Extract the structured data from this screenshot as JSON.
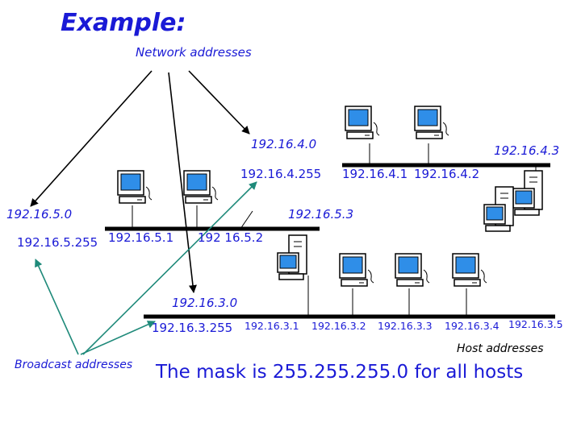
{
  "title": "Example:",
  "labels": {
    "network_addresses": "Network addresses",
    "broadcast_addresses": "Broadcast addresses",
    "host_addresses": "Host addresses",
    "mask_statement": "The mask is 255.255.255.0 for all hosts"
  },
  "networks": {
    "net4": {
      "network": "192.16.4.0",
      "broadcast": "192.16.4.255",
      "hosts": [
        "192.16.4.1",
        "192.16.4.2",
        "192.16.4.3"
      ]
    },
    "net5": {
      "network": "192.16.5.0",
      "broadcast": "192.16.5.255",
      "hosts": [
        "192.16.5.1",
        "192 16.5.2",
        "192.16.5.3"
      ]
    },
    "net3": {
      "network": "192.16.3.0",
      "broadcast": "192.16.3.255",
      "hosts": [
        "192.16.3.1",
        "192.16.3.2",
        "192.16.3.3",
        "192.16.3.4",
        "192.16.3.5"
      ]
    }
  },
  "colors": {
    "text": "#1a1ad6",
    "arrow_black": "#000000",
    "arrow_teal": "#1f8a7a",
    "bus": "#000000"
  },
  "icons": {
    "computer": "desktop-computer-icon",
    "tower": "tower-computer-icon"
  }
}
